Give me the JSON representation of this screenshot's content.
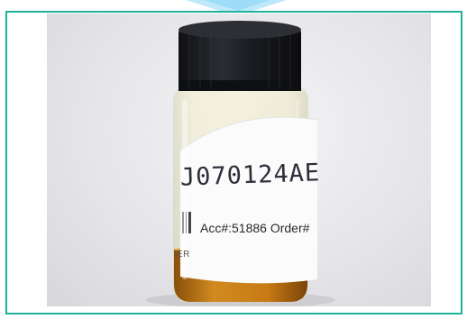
{
  "photo": {
    "subject": "glass vial with black screw cap containing yellow-orange liquid and a paper label",
    "colors": {
      "frame_border": "#20b39a",
      "top_accent": "#4fc3f7",
      "cap": "#1c1d22",
      "liquid": "#c87a14",
      "label": "#fbfbfb"
    }
  },
  "label": {
    "handwritten": "J070124AE",
    "printed": "Acc#:51886  Order#",
    "side_fragment": "ER"
  }
}
